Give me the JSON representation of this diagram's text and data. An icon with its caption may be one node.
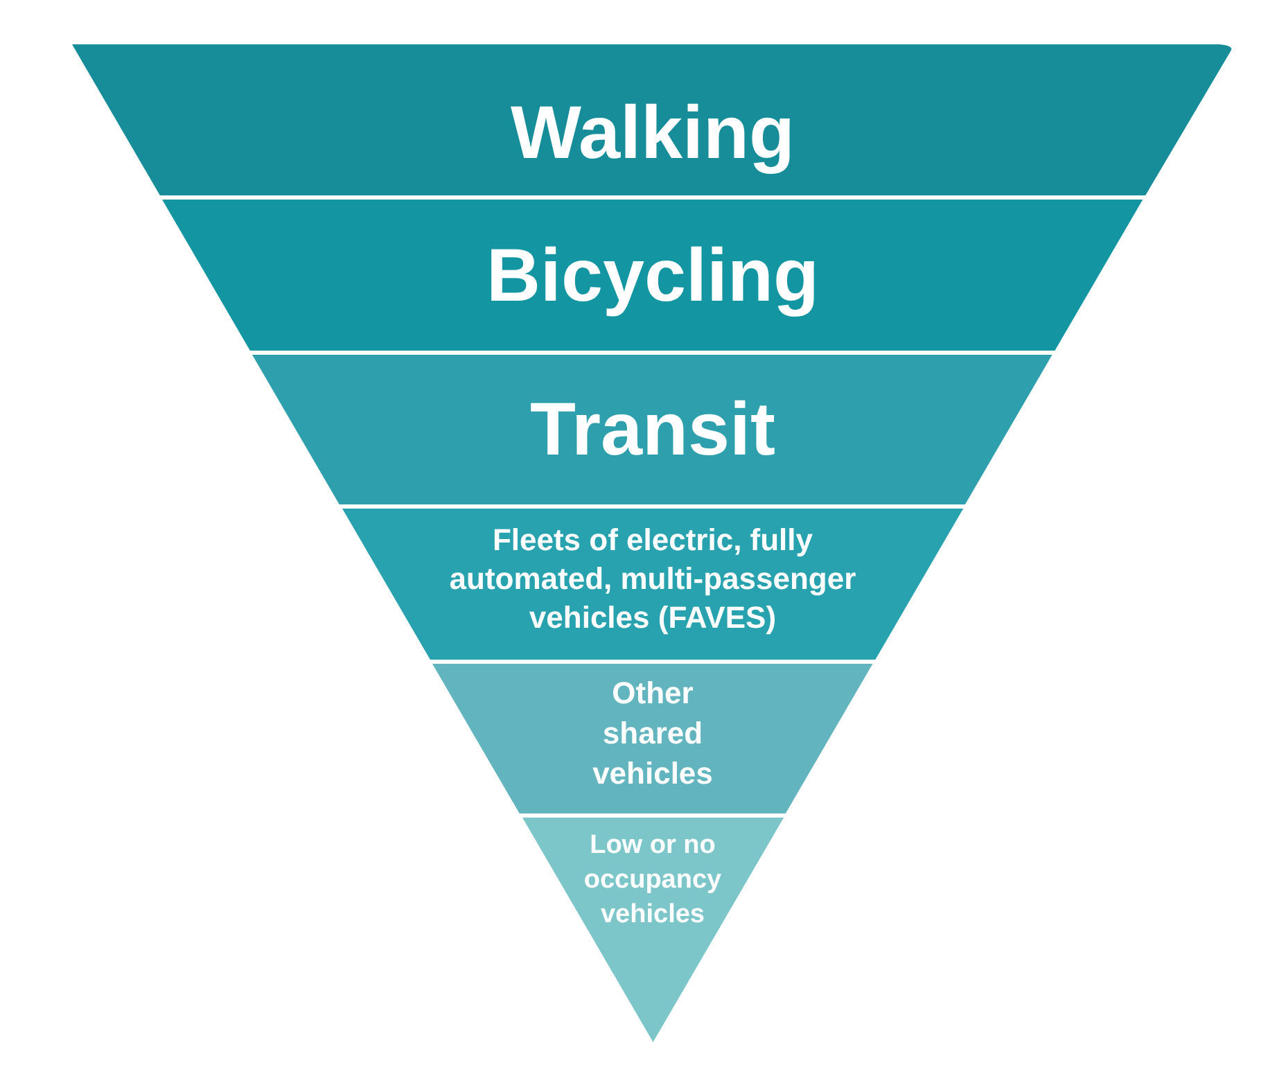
{
  "diagram": {
    "nodes": [
      {
        "text": [
          "Walking"
        ]
      },
      {
        "text": [
          "Bicycling"
        ]
      },
      {
        "text": [
          "Transit"
        ]
      },
      {
        "text": [
          "Fleets of electric, fully automated, multi-passenger vehicles (FAVES)"
        ]
      },
      {
        "text": [
          "Other shared vehicles"
        ]
      },
      {
        "text": [
          "Low or no occupancy vehicles"
        ]
      }
    ]
  }
}
